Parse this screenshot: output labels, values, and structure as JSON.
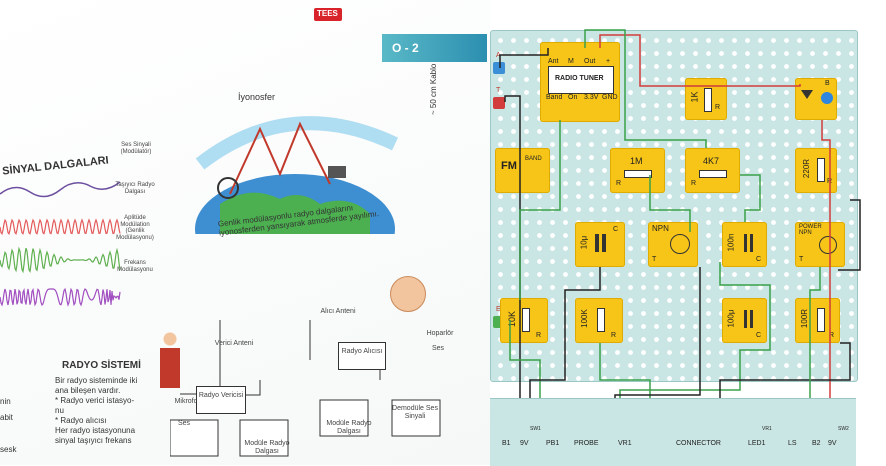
{
  "left_page": {
    "logo": "TEES",
    "banner": "O - 2",
    "heading_waves": "SİNYAL DALGALARI",
    "wave_labels": {
      "sound": "Ses Sinyali (Modülatör)",
      "carrier": "Taşıyıcı Radyo Dalgası",
      "am": "Aplitüde Modülation (Genlik Modülasyonu)",
      "fm": "Frekans Modülasyonu"
    },
    "ionosphere_label": "İyonosfer",
    "am_caption": "Genlik modülasyonlu radyo dalgalarını iyonosferden yansıyarak atmosferde yayılımı.",
    "system_heading": "RADYO SİSTEMİ",
    "system_text": [
      "Bir radyo sisteminde iki",
      "ana bileşen vardır.",
      "* Radyo verici istasyo-",
      "nu",
      "* Radyo alıcısı",
      "Her radyo istasyonuna",
      "sinyal taşıyıcı frekans"
    ],
    "left_fragments": [
      "nin",
      "abit",
      "sesk"
    ],
    "diagram": {
      "transmitter_antenna": "Verici Anteni",
      "receiver_antenna": "Alıcı Anteni",
      "microphone": "Mikrofon",
      "sound_in": "Ses",
      "transmitter": "Radyo Vericisi",
      "receiver": "Radyo Alıcısı",
      "speaker": "Hoparlör",
      "sound_out": "Ses",
      "modulated_wave_tx": "Modüle Radyo Dalgası",
      "modulated_wave_rx": "Modüle Radyo Dalgası",
      "demodulated": "Demodüle Ses Sinyali"
    }
  },
  "board": {
    "cable_label": "~ 50 cm Kablo",
    "side_terminals": [
      "A",
      "T",
      "E"
    ],
    "modules": {
      "radio_tuner": {
        "title": "RADIO TUNER",
        "pins_top": [
          "Ant",
          "M",
          "Out",
          "+"
        ],
        "pins_bottom": [
          "Band",
          "On",
          "3.3V",
          "GND"
        ]
      },
      "r1k": {
        "value": "1K",
        "pin": "R"
      },
      "led": {
        "pin": "B"
      },
      "fm_band": {
        "label": "FM",
        "sub": "BAND"
      },
      "r1m": {
        "value": "1M",
        "pin": "R"
      },
      "r4k7": {
        "value": "4K7",
        "pin": "R"
      },
      "r220": {
        "value": "220R",
        "pin": "R"
      },
      "cap10u": {
        "value": "10μ",
        "pin": "C"
      },
      "npn": {
        "label": "NPN",
        "pin": "T"
      },
      "cap100n": {
        "value": "100n",
        "pin": "C"
      },
      "power_npn": {
        "label": "POWER NPN",
        "pin": "T"
      },
      "r10k": {
        "value": "10K",
        "pin": "R"
      },
      "r100k": {
        "value": "100K",
        "pin": "R"
      },
      "cap100u": {
        "value": "100μ",
        "pin": "C"
      },
      "r100r": {
        "value": "100R",
        "pin": "R"
      }
    },
    "bottom_terminals": [
      "B1",
      "9V",
      "SW1",
      "PB1",
      "PROBE",
      "VR1",
      "CONNECTOR",
      "LED1",
      "VR1",
      "LS",
      "B2",
      "9V",
      "SW2"
    ]
  }
}
